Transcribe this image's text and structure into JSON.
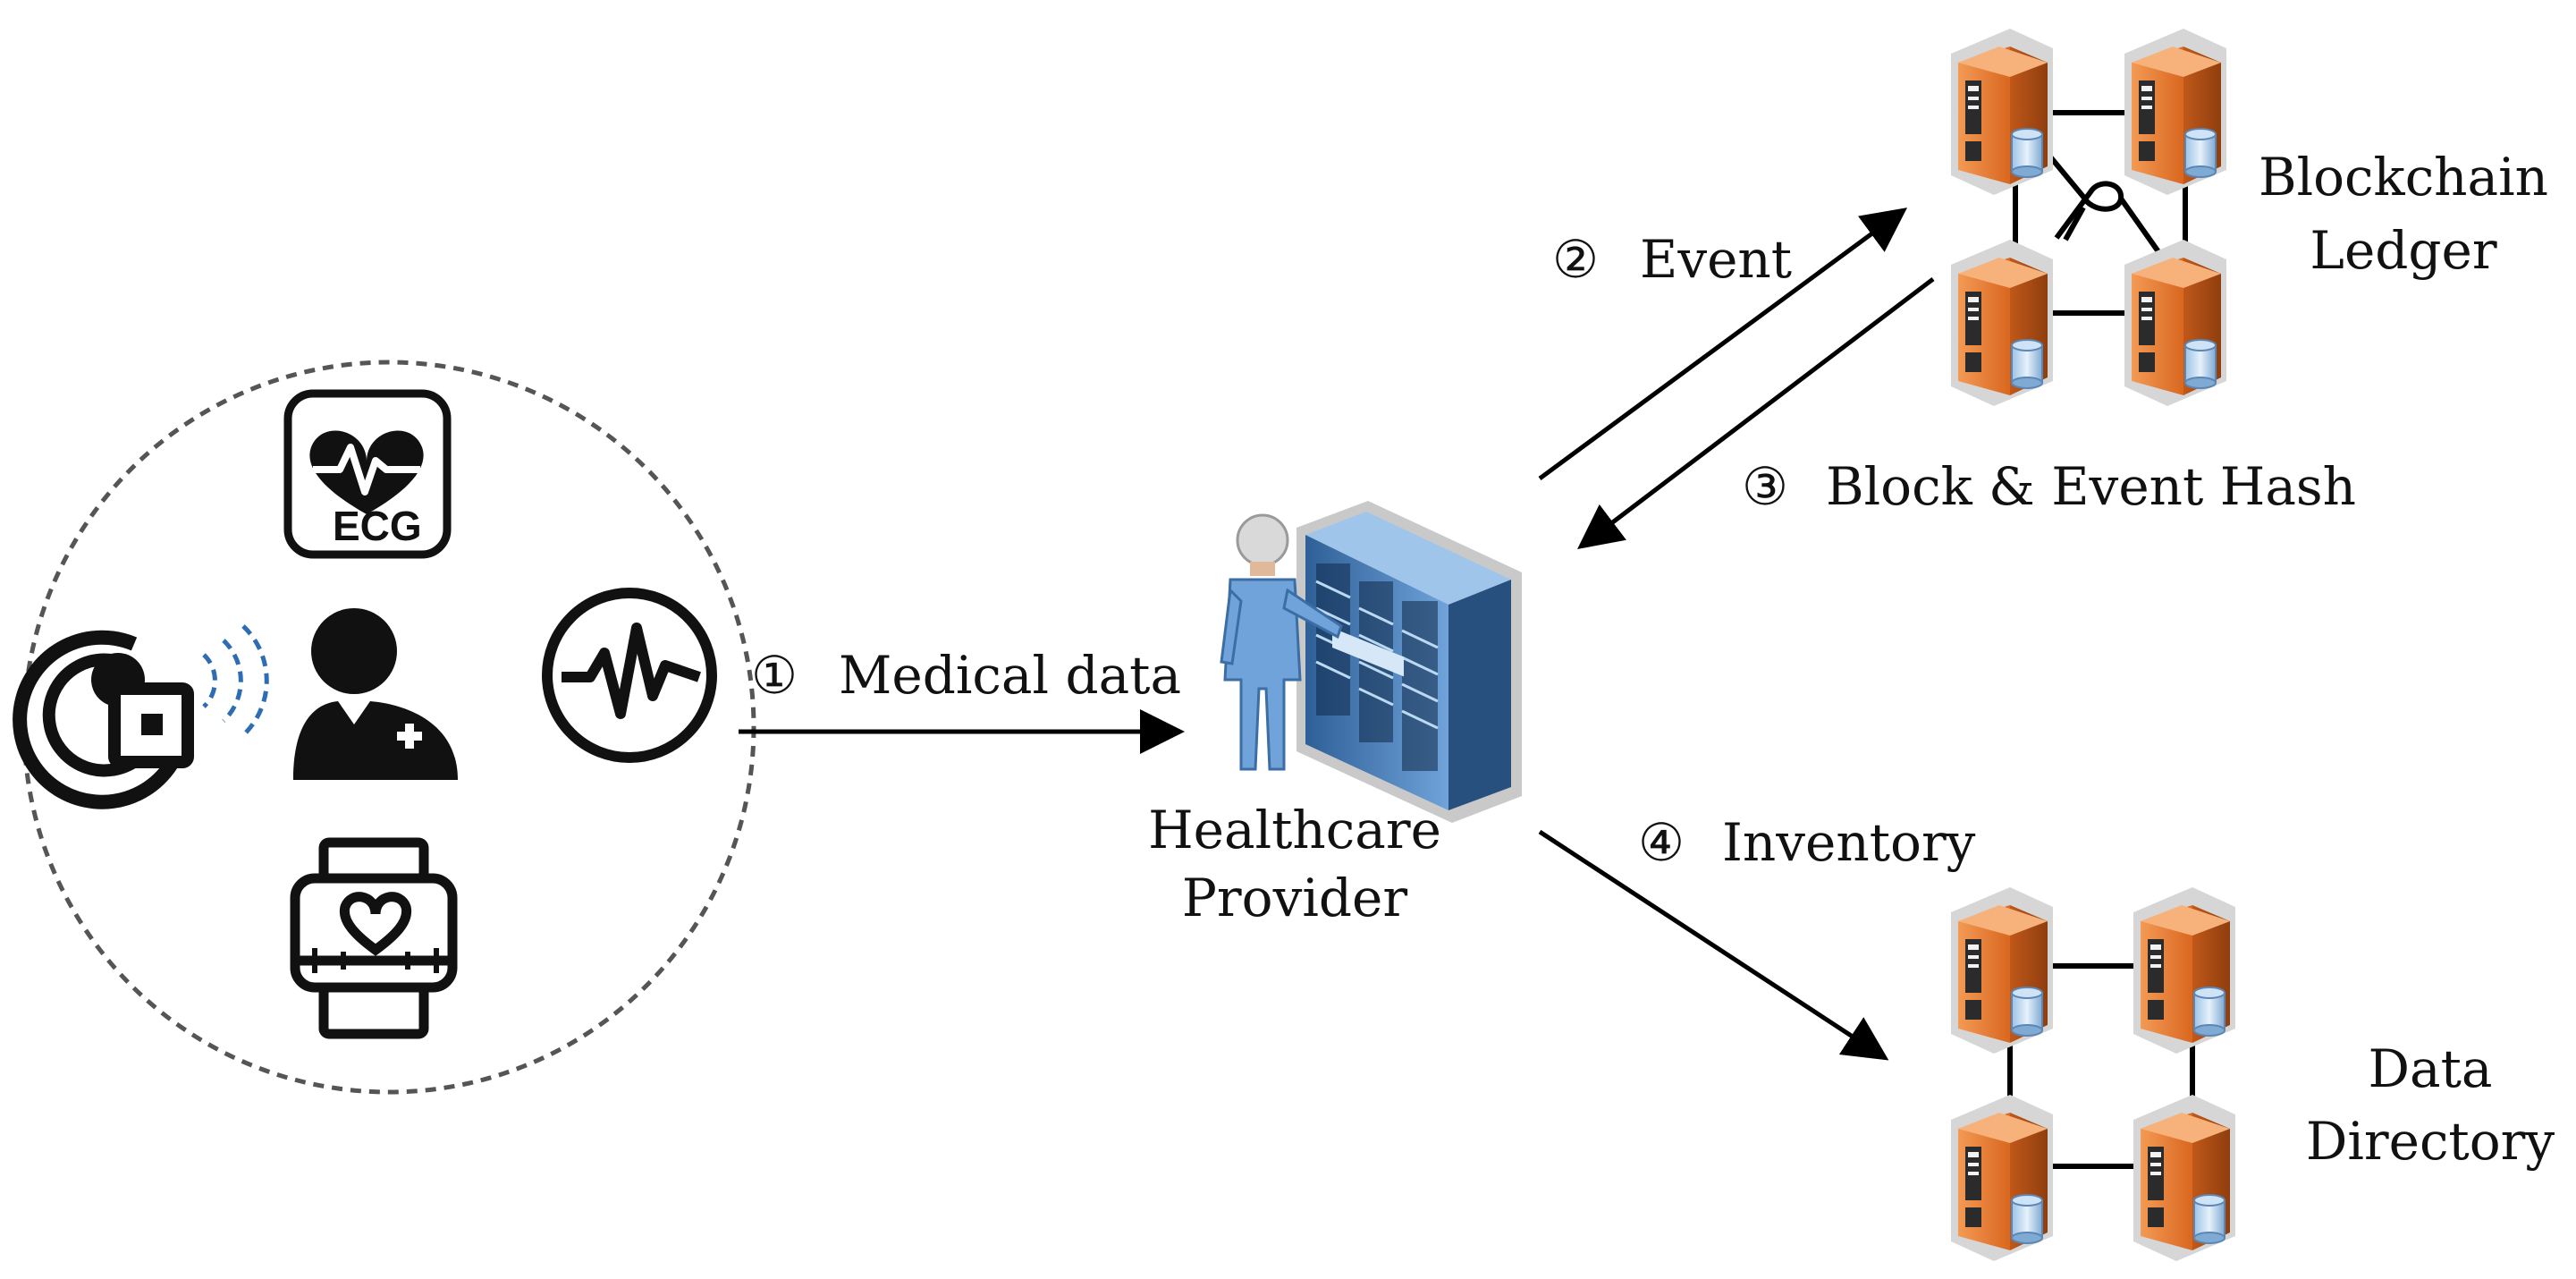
{
  "steps": {
    "s1": {
      "num": "①",
      "label": "Medical data"
    },
    "s2": {
      "num": "②",
      "label": "Event"
    },
    "s3": {
      "num": "③",
      "label": "Block & Event Hash"
    },
    "s4": {
      "num": "④",
      "label": "Inventory"
    }
  },
  "nodes": {
    "provider": {
      "line1": "Healthcare",
      "line2": "Provider"
    },
    "ledger": {
      "line1": "Blockchain",
      "line2": "Ledger"
    },
    "directory": {
      "line1": "Data",
      "line2": "Directory"
    }
  },
  "devices": {
    "ecg_label": "ECG",
    "items": [
      "ecg-monitor-icon",
      "rfid-tag-icon",
      "wireless-signal-icon",
      "patient-icon",
      "pulse-monitor-icon",
      "wearable-heart-band-icon"
    ]
  },
  "colors": {
    "server_orange": "#E8792F",
    "server_dark": "#B4531A",
    "rack_blue": "#4F86C6",
    "signal_blue": "#2E6DB4",
    "line": "#000000"
  }
}
